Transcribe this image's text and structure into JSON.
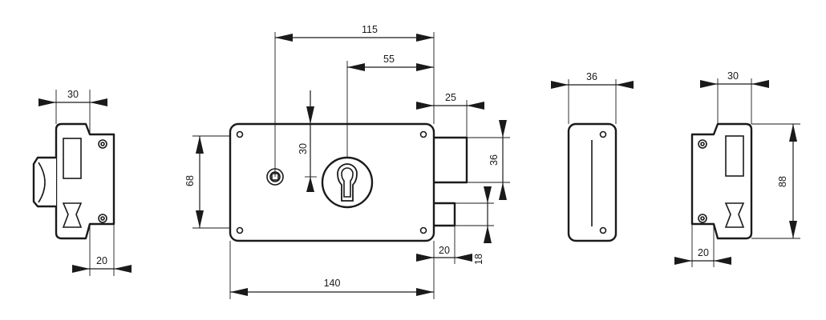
{
  "dimensions": {
    "left_view_width": "30",
    "left_view_bottom": "20",
    "front_overall_width": "115",
    "front_cylinder_offset": "55",
    "front_bolt_projection": "25",
    "front_knob_offset": "30",
    "front_height": "68",
    "front_bolt_height": "36",
    "front_latch_projection": "20",
    "front_latch_height": "18",
    "front_length": "140",
    "side_width": "36",
    "keeper_width": "30",
    "keeper_height": "88",
    "keeper_bottom": "20"
  }
}
